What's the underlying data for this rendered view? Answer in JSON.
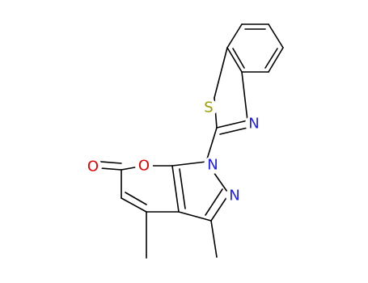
{
  "diagram": {
    "type": "chemical-structure",
    "background": "#ffffff",
    "bond_color": "#000000",
    "atom_labels": [
      {
        "id": "S",
        "text": "S",
        "color": "#9a9a00"
      },
      {
        "id": "N3",
        "text": "N",
        "color": "#1a1aff"
      },
      {
        "id": "O1",
        "text": "O",
        "color": "#e60000"
      },
      {
        "id": "N1",
        "text": "N",
        "color": "#1a1aff"
      },
      {
        "id": "O2",
        "text": "O",
        "color": "#e60000"
      },
      {
        "id": "N2",
        "text": "N",
        "color": "#1a1aff"
      }
    ]
  }
}
